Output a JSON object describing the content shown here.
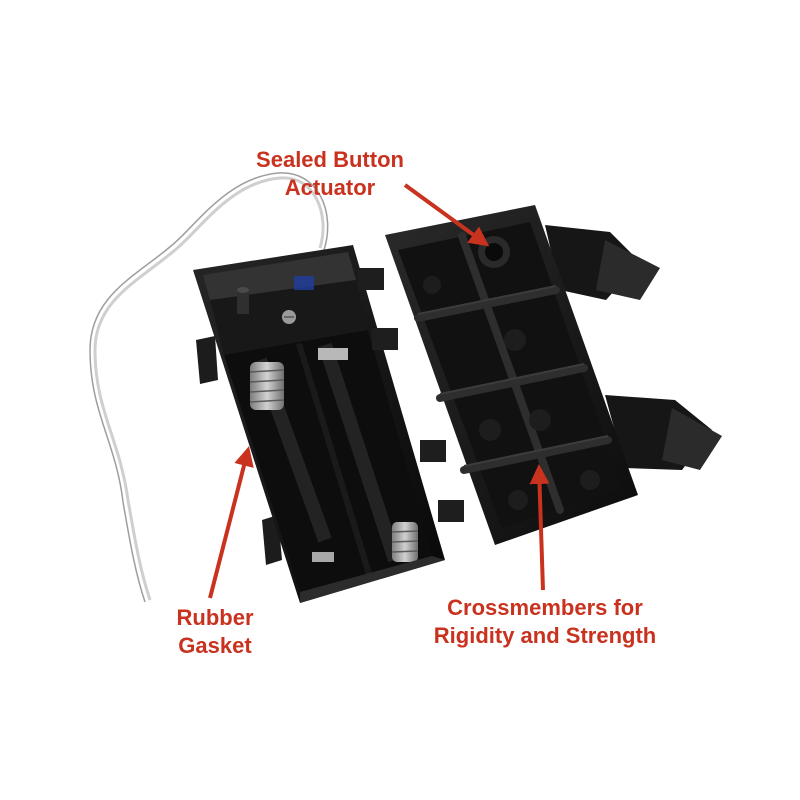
{
  "annotations": {
    "sealed_button": {
      "line1": "Sealed Button",
      "line2": "Actuator"
    },
    "rubber_gasket": {
      "line1": "Rubber",
      "line2": "Gasket"
    },
    "crossmembers": {
      "line1": "Crossmembers for",
      "line2": "Rigidity and Strength"
    }
  },
  "colors": {
    "label_text": "#c8321e",
    "arrow": "#c8321e",
    "case_plastic": "#141414",
    "background": "#ffffff"
  },
  "icons": {
    "pointer": "arrow-icon"
  }
}
